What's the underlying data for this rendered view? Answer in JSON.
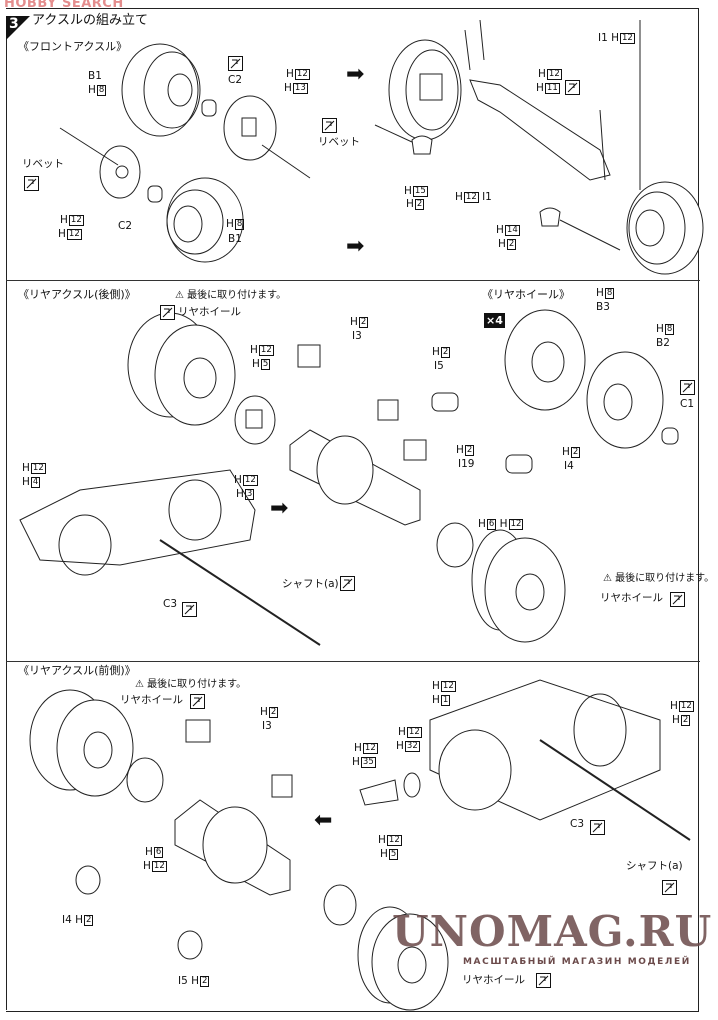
{
  "watermarks": {
    "hobby": "HOBBY SEARCH",
    "unomag": "UNOMAG.RU",
    "unomag_sub": "МАСШТАБНЫЙ МАГАЗИН МОДЕЛЕЙ"
  },
  "step": {
    "number": "3",
    "title": "アクスルの組み立て"
  },
  "front": {
    "heading": "《フロントアクスル》",
    "labels": [
      "B1",
      "H8",
      "C2",
      "H12",
      "H13",
      "リベット",
      "リベット",
      "H12",
      "H12",
      "C2",
      "H8",
      "B1",
      "I1 H12",
      "H12",
      "H11",
      "H15",
      "H2",
      "H12 I1",
      "H14",
      "H2"
    ]
  },
  "rear_back": {
    "heading": "《リヤアクスル(後側)》",
    "note": "最後に取り付けます。",
    "labels": [
      "リヤホイール",
      "H12",
      "H5",
      "H2",
      "I3",
      "H2",
      "I5",
      "H12",
      "H3",
      "H12",
      "H4",
      "H2",
      "I19",
      "H2",
      "I4",
      "H6 H12",
      "シャフト(a)",
      "C3",
      "最後に取り付けます。",
      "リヤホイール"
    ]
  },
  "rear_wheel": {
    "heading": "《リヤホイール》",
    "multiplier": "×4",
    "labels": [
      "H8",
      "B3",
      "H8",
      "B2",
      "C1"
    ]
  },
  "rear_front": {
    "heading": "《リヤアクスル(前側)》",
    "note": "最後に取り付けます。",
    "labels": [
      "リヤホイール",
      "H2",
      "I3",
      "H12",
      "H1",
      "H12",
      "H32",
      "H12",
      "H35",
      "H12",
      "H2",
      "C3",
      "H6",
      "H12",
      "シャフト(a)",
      "H12",
      "H5",
      "I4 H2",
      "I5 H2",
      "リヤホイール"
    ]
  },
  "icons": {
    "cement": "cement-icon",
    "warning": "warning-icon",
    "arrow": "arrow-right-icon"
  }
}
